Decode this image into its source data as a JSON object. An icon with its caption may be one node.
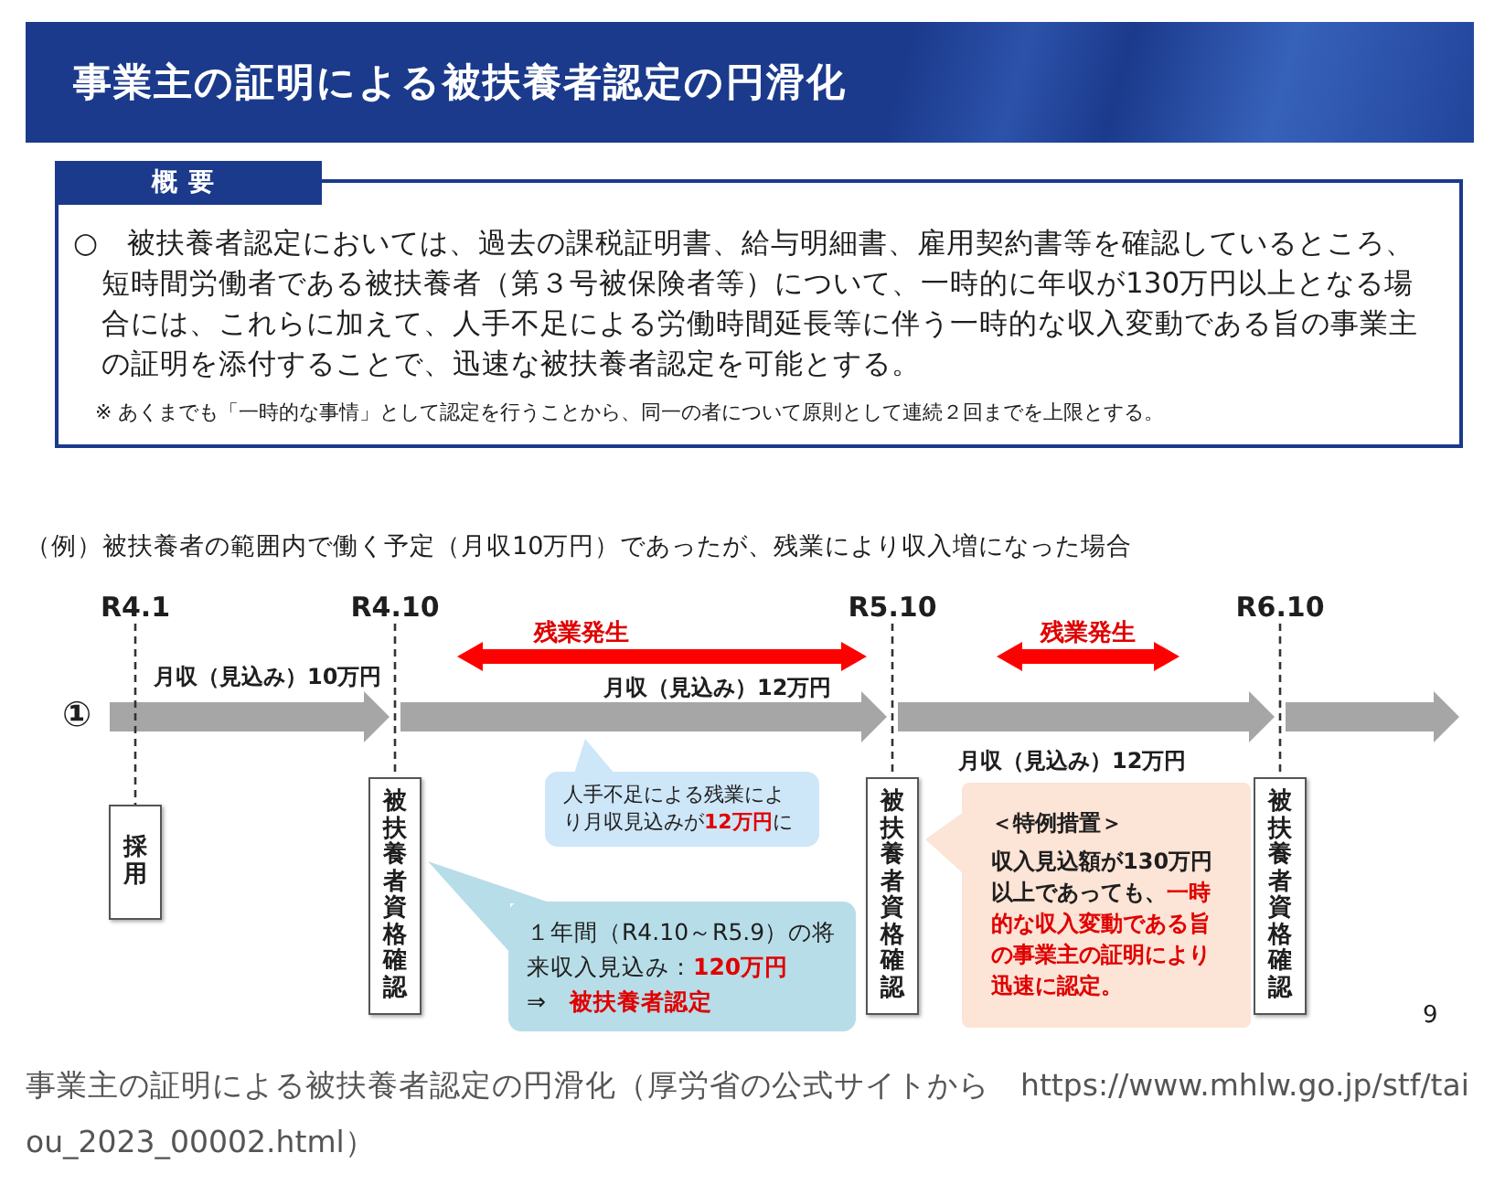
{
  "diagram": {
    "title": "事業主の証明による被扶養者認定の円滑化",
    "caption": "事業主の証明による被扶養者認定の円滑化（厚労省の公式サイトから　https://www.mhlw.go.jp/stf/taiou_2023_00002.html）",
    "nodes": [
      {
        "text": [
          "概要",
          "○　被扶養者認定においては、過去の課税証明書、給与明細書、雇用契約書等を確認しているところ、短時間労働者である被扶養者（第３号被保険者等）について、一時的に年収が130万円以上となる場合には、これらに加えて、人手不足による労働時間延長等に伴う一時的な収入変動である旨の事業主の証明を添付することで、迅速な被扶養者認定を可能とする。",
          "※ あくまでも「一時的な事情」として認定を行うことから、同一の者について原則として連続２回までを上限とする。"
        ]
      },
      {
        "text": [
          "R4.1"
        ]
      },
      {
        "text": [
          "R4.10"
        ]
      },
      {
        "text": [
          "R5.10"
        ]
      },
      {
        "text": [
          "R6.10"
        ]
      },
      {
        "text": [
          "人手不足による残業により月収見込みが**12万円**に"
        ]
      },
      {
        "text": [
          "採用"
        ]
      },
      {
        "text": [
          "被扶養者資格確認"
        ]
      },
      {
        "text": [
          "被扶養者資格確認"
        ]
      },
      {
        "text": [
          "被扶養者資格確認"
        ]
      },
      {
        "text": [
          "１年間（R4.10～R5.9）の将来収入見込み：**120万円**",
          "⇒　**被扶養者認定**"
        ]
      },
      {
        "text": [
          "＜特例措置＞",
          "収入見込額が130万円以上であっても、**一時的な収入変動である旨の事業主の証明により迅速に認定。**"
        ]
      }
    ],
    "edges": [
      {
        "from": 1,
        "to": 6,
        "arrow": "none",
        "style": "dashed"
      },
      {
        "from": 2,
        "to": 7,
        "arrow": "none",
        "style": "dashed"
      },
      {
        "from": 3,
        "to": 8,
        "arrow": "none",
        "style": "dashed"
      },
      {
        "from": 4,
        "to": 9,
        "arrow": "none",
        "style": "dashed"
      }
    ],
    "labels": [
      "（例）被扶養者の範囲内で働く予定（月収10万円）であったが、残業により収入増になった場合",
      "残業発生",
      "残業発生",
      "月収（見込み）10万円",
      "①",
      "月収（見込み）12万円",
      "月収（見込み）12万円",
      "9"
    ]
  }
}
